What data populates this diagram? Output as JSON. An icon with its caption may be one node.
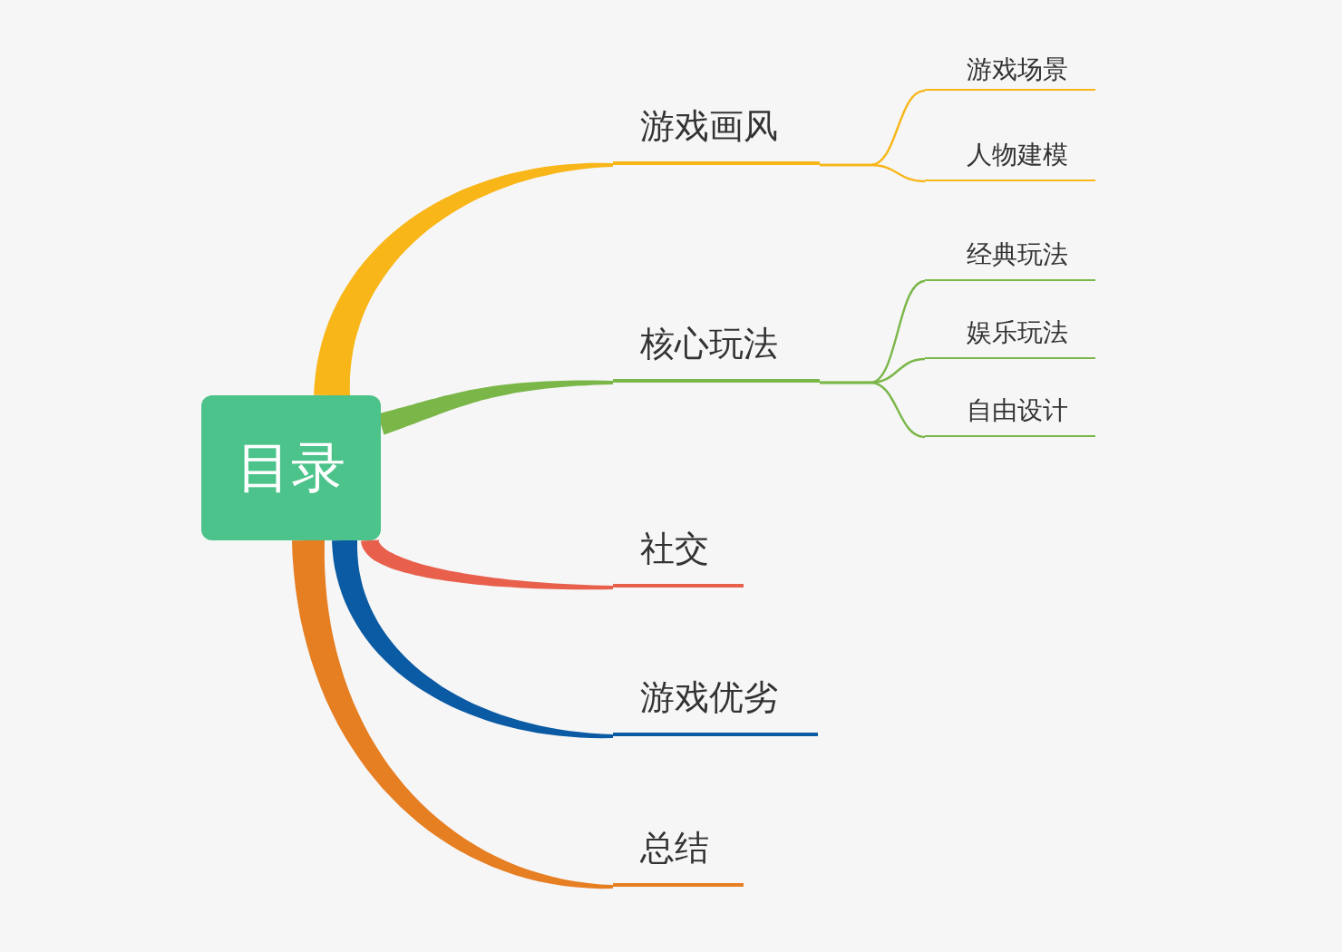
{
  "diagram": {
    "nodes": [
      {
        "text": [
          "目录"
        ]
      },
      {
        "text": [
          "游戏画风"
        ]
      },
      {
        "text": [
          "游戏场景"
        ]
      },
      {
        "text": [
          "人物建模"
        ]
      },
      {
        "text": [
          "核心玩法"
        ]
      },
      {
        "text": [
          "经典玩法"
        ]
      },
      {
        "text": [
          "娱乐玩法"
        ]
      },
      {
        "text": [
          "自由设计"
        ]
      },
      {
        "text": [
          "社交"
        ]
      },
      {
        "text": [
          "游戏优劣"
        ]
      },
      {
        "text": [
          "总结"
        ]
      }
    ],
    "edges": [
      {
        "from": 0,
        "to": 1,
        "arrow": "none",
        "style": "thick",
        "color": "#f8b618"
      },
      {
        "from": 1,
        "to": 2,
        "arrow": "none",
        "color": "#f8b618"
      },
      {
        "from": 1,
        "to": 3,
        "arrow": "none",
        "color": "#f8b618"
      },
      {
        "from": 0,
        "to": 4,
        "arrow": "none",
        "style": "thick",
        "color": "#7ab648"
      },
      {
        "from": 4,
        "to": 5,
        "arrow": "none",
        "color": "#7ab648"
      },
      {
        "from": 4,
        "to": 6,
        "arrow": "none",
        "color": "#7ab648"
      },
      {
        "from": 4,
        "to": 7,
        "arrow": "none",
        "color": "#7ab648"
      },
      {
        "from": 0,
        "to": 8,
        "arrow": "none",
        "style": "thick",
        "color": "#e8604c"
      },
      {
        "from": 0,
        "to": 9,
        "arrow": "none",
        "style": "thick",
        "color": "#0a5aa4"
      },
      {
        "from": 0,
        "to": 10,
        "arrow": "none",
        "style": "thick",
        "color": "#e67e22"
      }
    ]
  }
}
